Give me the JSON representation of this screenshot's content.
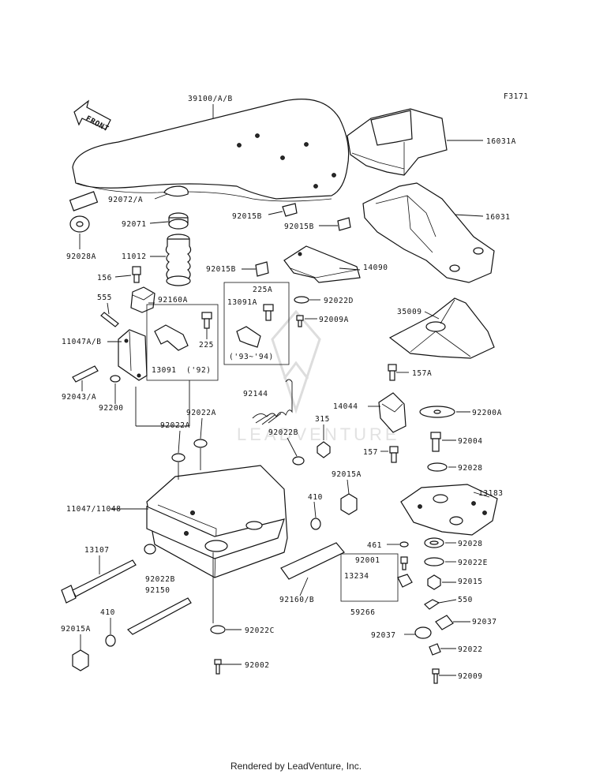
{
  "figure_code": "F3171",
  "front_arrow": "FRONT",
  "watermark": "LEADVENTURE",
  "footer": "Rendered by LeadVenture, Inc.",
  "labels": {
    "l39100": "39100/A/B",
    "l16031A": "16031A",
    "l16031": "16031",
    "l92072A": "92072/A",
    "l92071": "92071",
    "l92028A": "92028A",
    "l11012": "11012",
    "l156": "156",
    "l92015B_1": "92015B",
    "l92015B_2": "92015B",
    "l92015B_3": "92015B",
    "l14090": "14090",
    "l555": "555",
    "l92160A": "92160A",
    "l225A": "225A",
    "l13091A": "13091A",
    "l92022D": "92022D",
    "l92009A": "92009A",
    "l225": "225",
    "l35009": "35009",
    "l11047AB": "11047A/B",
    "l13091": "13091",
    "l92": "('92)",
    "l9394": "('93~'94)",
    "l157A": "157A",
    "l92043A": "92043/A",
    "l92200": "92200",
    "l92144": "92144",
    "l14044": "14044",
    "l92200A": "92200A",
    "l92022A_1": "92022A",
    "l92022A_2": "92022A",
    "l315": "315",
    "l92022B_1": "92022B",
    "l92004": "92004",
    "l157": "157",
    "l92028": "92028",
    "l92015A_1": "92015A",
    "l13183": "13183",
    "l410_1": "410",
    "l11047": "11047/11048",
    "l461": "461",
    "l92028_2": "92028",
    "l13107": "13107",
    "l92001": "92001",
    "l92022E": "92022E",
    "l92022B_2": "92022B",
    "l13234": "13234",
    "l92015": "92015",
    "l92150": "92150",
    "l92160B": "92160/B",
    "l550": "550",
    "l59266": "59266",
    "l410_2": "410",
    "l92037_1": "92037",
    "l92015A_2": "92015A",
    "l92022C": "92022C",
    "l92037_2": "92037",
    "l92022": "92022",
    "l92002": "92002",
    "l92009": "92009"
  }
}
